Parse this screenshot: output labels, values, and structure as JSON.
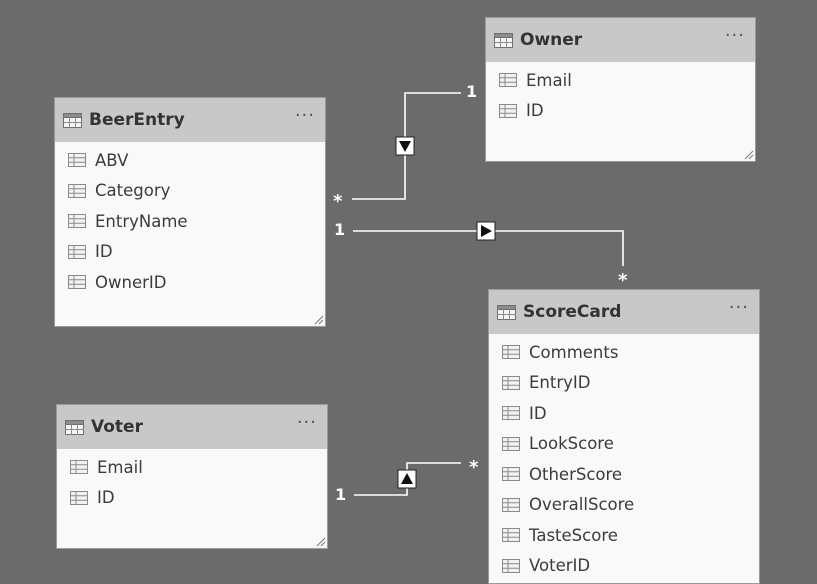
{
  "tables": {
    "owner": {
      "name": "Owner",
      "fields": [
        "Email",
        "ID"
      ]
    },
    "beerentry": {
      "name": "BeerEntry",
      "fields": [
        "ABV",
        "Category",
        "EntryName",
        "ID",
        "OwnerID"
      ]
    },
    "scorecard": {
      "name": "ScoreCard",
      "fields": [
        "Comments",
        "EntryID",
        "ID",
        "LookScore",
        "OtherScore",
        "OverallScore",
        "TasteScore",
        "VoterID"
      ]
    },
    "voter": {
      "name": "Voter",
      "fields": [
        "Email",
        "ID"
      ]
    }
  },
  "more_label": "···",
  "relationships": {
    "owner_beerentry": {
      "one": "1",
      "many": "*",
      "direction": "down"
    },
    "beerentry_scorecard": {
      "one": "1",
      "many": "*",
      "direction": "right"
    },
    "voter_scorecard": {
      "one": "1",
      "many": "*",
      "direction": "up"
    }
  },
  "colors": {
    "canvas": "#6b6b6b",
    "card_header": "#c8c8c8",
    "card_body": "#f9f9f9",
    "connector": "#ffffff"
  },
  "icons": {
    "table": "table-icon",
    "field": "field-icon",
    "more": "more-icon",
    "resize": "resize-icon"
  }
}
